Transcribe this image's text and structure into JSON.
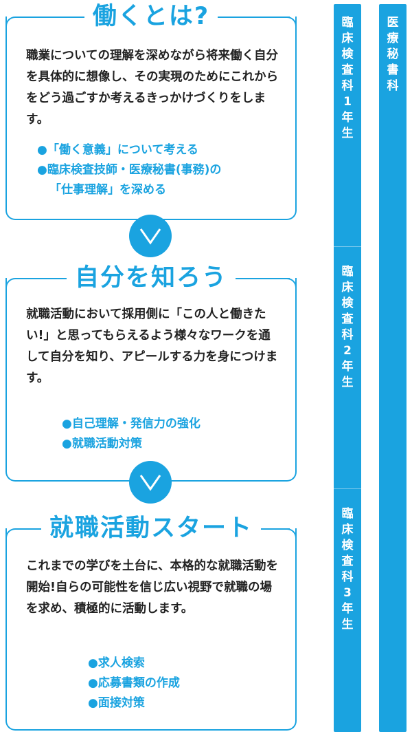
{
  "sections": [
    {
      "title": "働くとは?",
      "body": "職業についての理解を深めながら将来働く自分を具体的に想像し、その実現のためにこれからをどう過ごすか考えるきっかけづくりをします。",
      "bullets": [
        "●「働く意義」について考える",
        "●臨床検査技師・医療秘書(事務)の",
        "「仕事理解」を深める"
      ]
    },
    {
      "title": "自分を知ろう",
      "body": "就職活動において採用側に「この人と働きたい!」と思ってもらえるよう様々なワークを通して自分を知り、アピールする力を身につけます。",
      "bullets": [
        "●自己理解・発信力の強化",
        "●就職活動対策"
      ]
    },
    {
      "title": "就職活動スタート",
      "body": "これまでの学びを土台に、本格的な就職活動を開始!自らの可能性を信じ広い視野で就職の場を求め、積極的に活動します。",
      "bullets": [
        "●求人検索",
        "●応募書類の作成",
        "●面接対策"
      ]
    }
  ],
  "columns": {
    "clinical": [
      "臨床検査科1年生",
      "臨床検査科2年生",
      "臨床検査科3年生"
    ],
    "medical_secretary": "医療秘書科"
  },
  "colors": {
    "accent": "#1aa3e0"
  }
}
